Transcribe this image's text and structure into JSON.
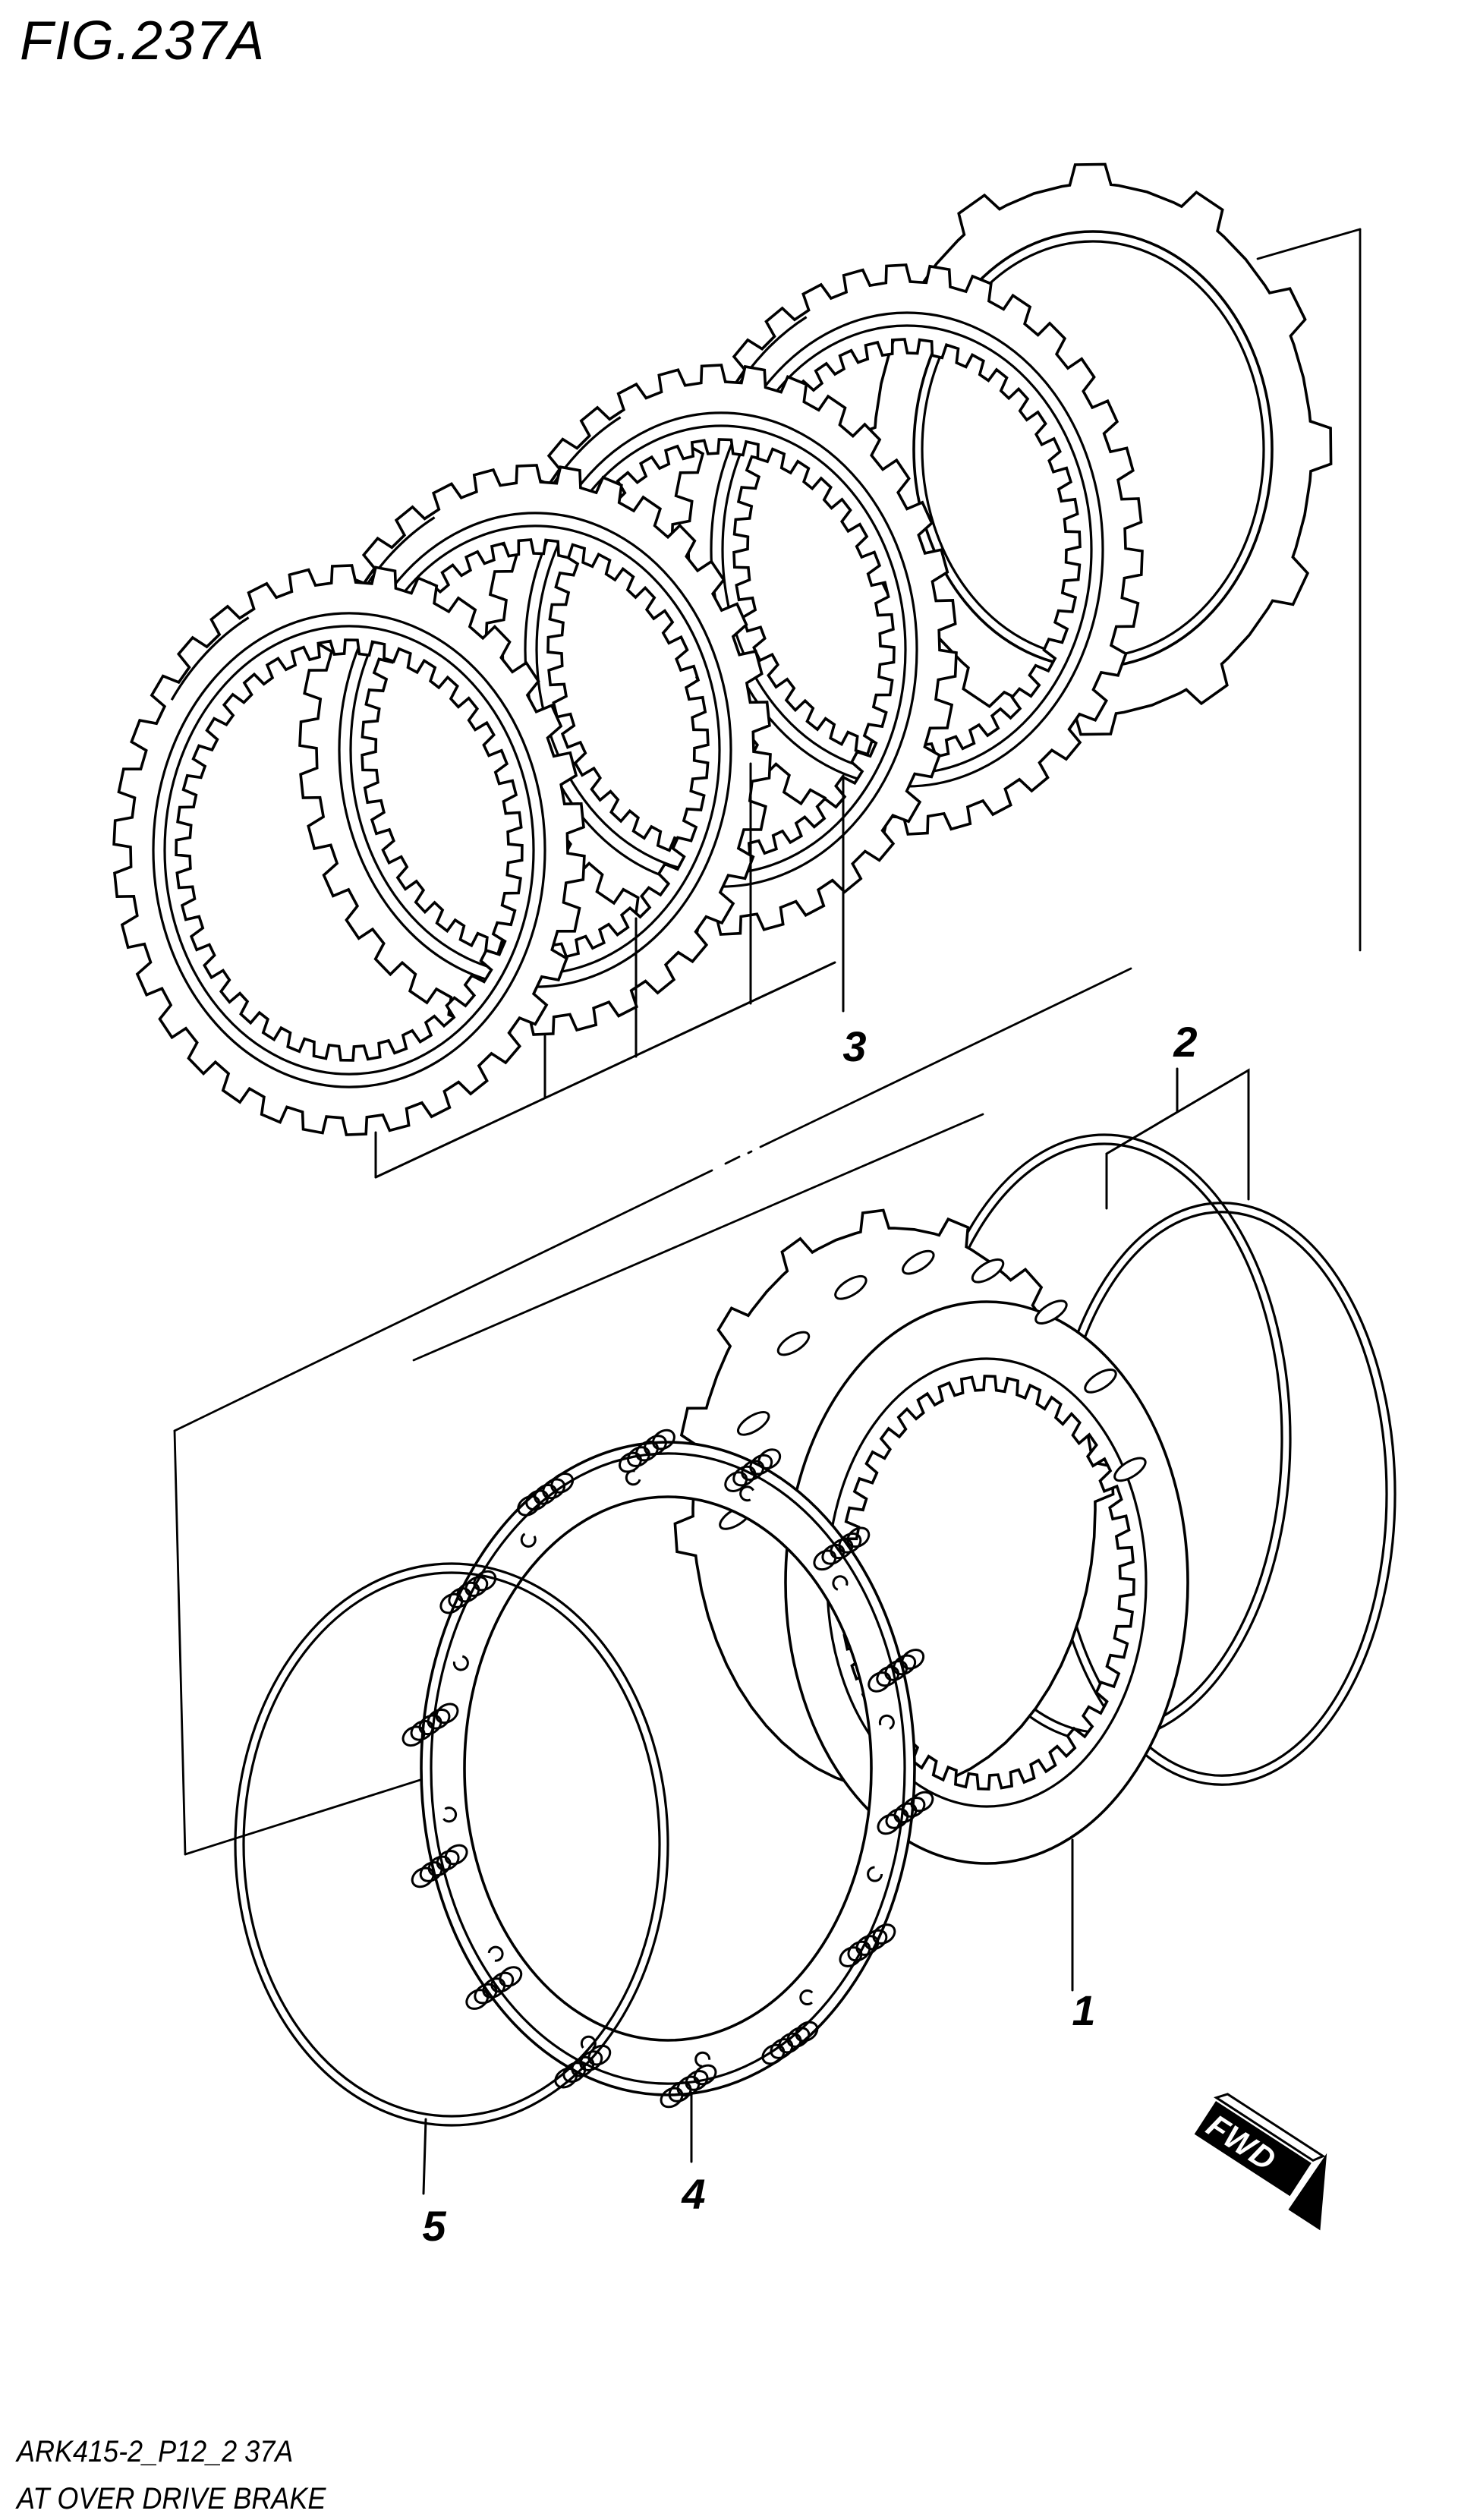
{
  "title": "FIG.237A",
  "footer": {
    "line1": "ARK415-2_P12_2 37A",
    "line2": "AT OVER DRIVE BRAKE"
  },
  "fwd_label": "FWD",
  "callouts": {
    "c1": "1",
    "c2": "2",
    "c3": "3",
    "c4": "4",
    "c5": "5"
  },
  "colors": {
    "line": "#000000",
    "background": "#ffffff"
  }
}
